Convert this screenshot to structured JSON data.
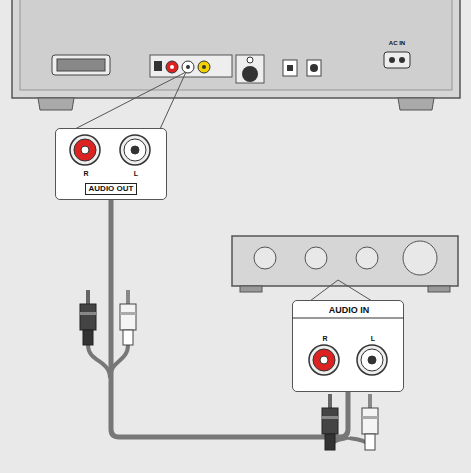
{
  "diagram": {
    "nodes": [
      {
        "text": [
          "R",
          "L",
          "AUDIO OUT"
        ]
      },
      {
        "text": [
          "AUDIO IN",
          "R",
          "L"
        ]
      }
    ],
    "edges": [
      {
        "from": 0,
        "to": 1,
        "arrow": "none"
      }
    ],
    "labels": [
      "AC IN"
    ]
  }
}
